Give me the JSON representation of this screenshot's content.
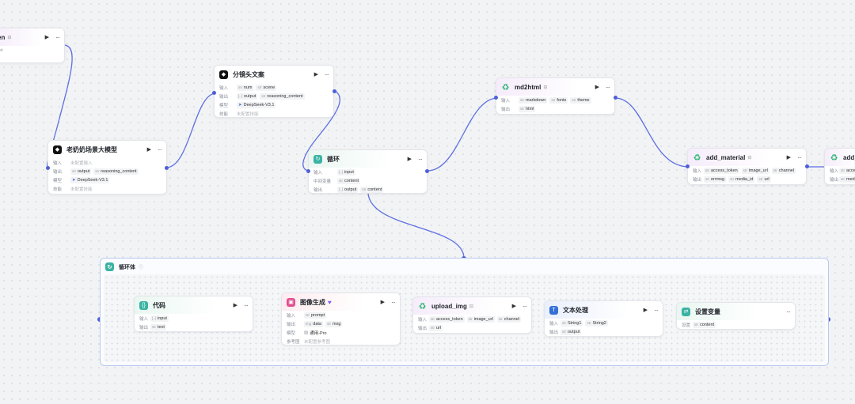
{
  "labels": {
    "input": "输入",
    "output": "输出",
    "model": "模型",
    "skill": "技能",
    "intermediate": "中间变量",
    "setting": "设置",
    "reference": "参考图"
  },
  "nodes": {
    "partial_top_left": {
      "title": "en",
      "row1": "ret"
    },
    "laonainai": {
      "title": "老奶奶场景大模型",
      "input_placeholder": "未配置输入",
      "outputs": [
        "output",
        "reasoning_content"
      ],
      "model": "DeepSeek-V3.1",
      "skill": "未配置技能"
    },
    "fenjing": {
      "title": "分镜头文案",
      "inputs": [
        "num",
        "scene"
      ],
      "outputs": [
        "output",
        "reasoning_content"
      ],
      "model": "DeepSeek-V3.1",
      "skill": "未配置技能"
    },
    "xunhuan": {
      "title": "循环",
      "inputs": [
        "input"
      ],
      "intermediate": [
        "content"
      ],
      "outputs": [
        "output",
        "content"
      ]
    },
    "md2html": {
      "title": "md2html",
      "inputs": [
        "markdown",
        "fonts",
        "theme"
      ],
      "outputs": [
        "html"
      ]
    },
    "add_material": {
      "title": "add_material",
      "inputs": [
        "access_token",
        "image_url",
        "channel"
      ],
      "outputs": [
        "errmsg",
        "media_id",
        "url"
      ]
    },
    "add_next": {
      "title": "add_ne",
      "inputs": [
        "acce"
      ],
      "outputs": [
        "med"
      ]
    },
    "daima": {
      "title": "代码",
      "inputs": [
        "input"
      ],
      "outputs": [
        "text"
      ]
    },
    "tuxiang": {
      "title": "图像生成",
      "inputs": [
        "prompt"
      ],
      "outputs": [
        "data",
        "msg"
      ],
      "model": "通用-Pro",
      "reference": "未配置参考图"
    },
    "upload_img": {
      "title": "upload_img",
      "inputs": [
        "access_token",
        "image_url",
        "channel"
      ],
      "outputs": [
        "url"
      ]
    },
    "wenben": {
      "title": "文本处理",
      "inputs": [
        "String1",
        "String2"
      ],
      "outputs": [
        "output"
      ]
    },
    "shezhi": {
      "title": "设置变量",
      "settings": [
        "content"
      ]
    }
  },
  "loop_body": {
    "title": "循环体"
  },
  "colors": {
    "edge": "#5d6fe0",
    "accent_green": "#2bb673",
    "accent_pink": "#e04e90",
    "accent_blue": "#3470d6",
    "accent_teal": "#3bb3a4"
  }
}
